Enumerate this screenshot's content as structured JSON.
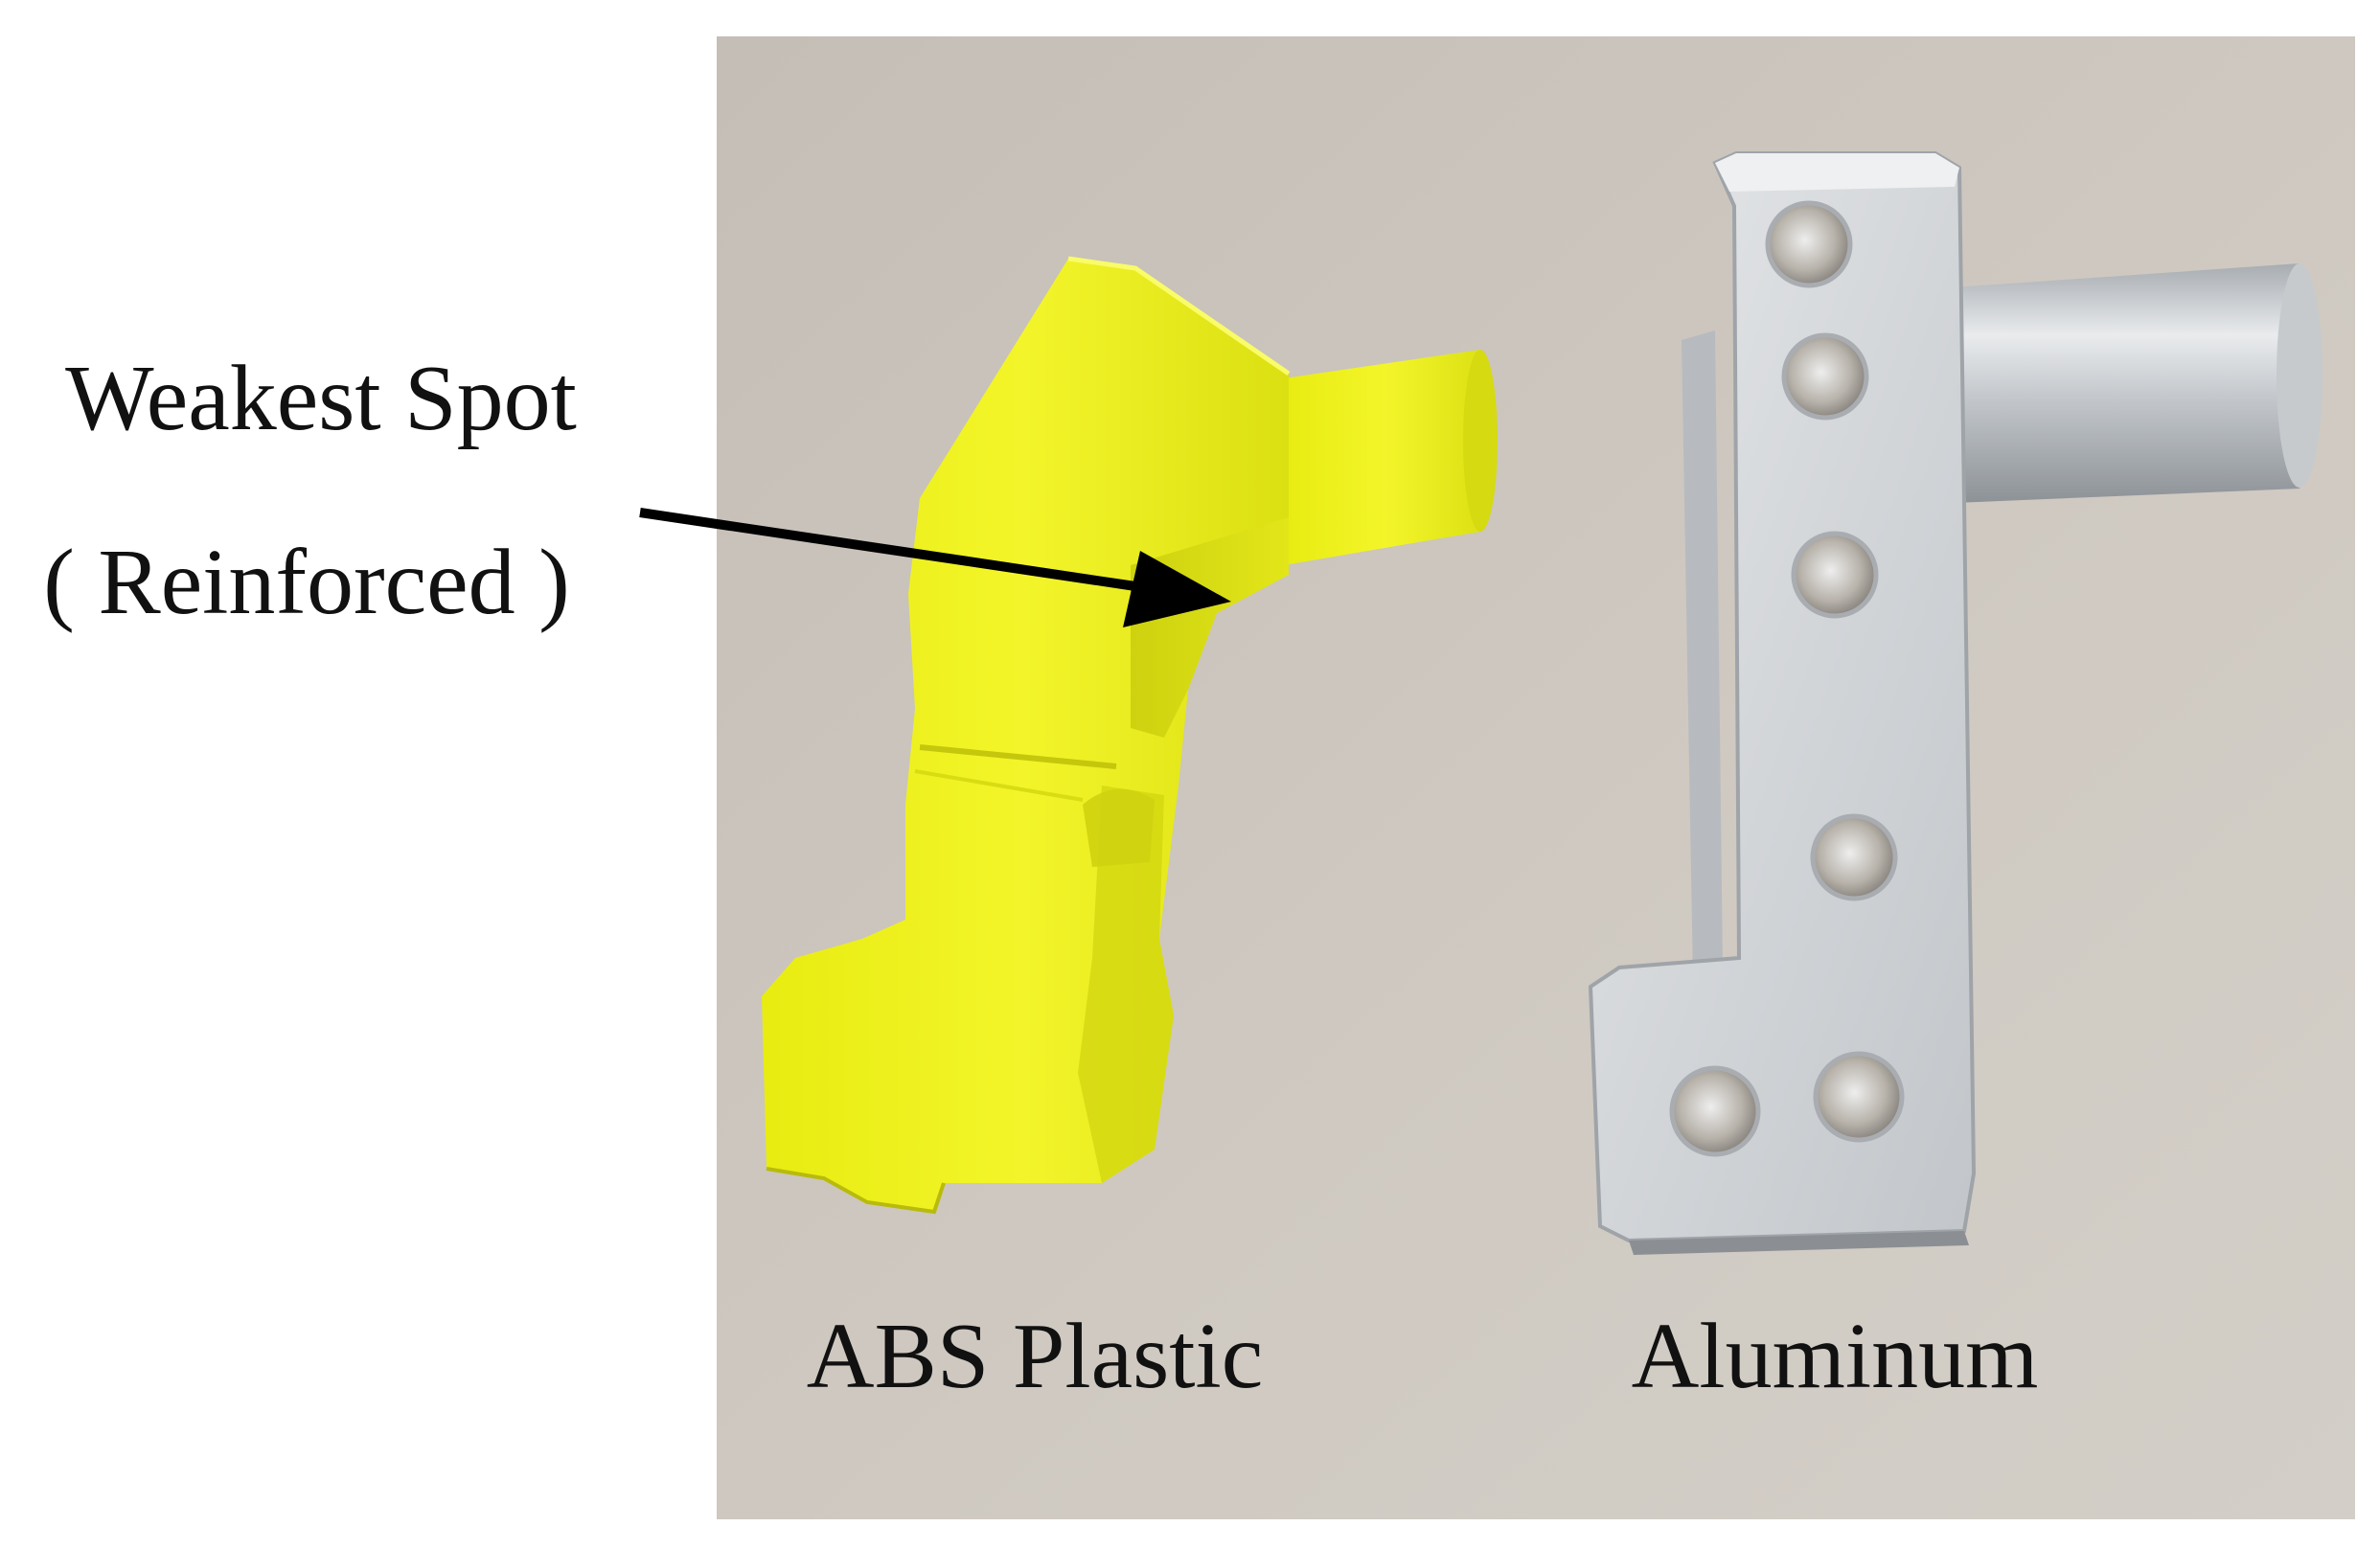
{
  "annotation": {
    "line1": "Weakest Spot",
    "line2": "( Reinforced )"
  },
  "labels": {
    "left_part": "ABS Plastic",
    "right_part": "Aluminum"
  },
  "colors": {
    "background": "#ffffff",
    "photo_background": "#c9c3bb",
    "abs_plastic": "#eef21a",
    "aluminum": "#d8dadc",
    "arrow": "#000000"
  }
}
